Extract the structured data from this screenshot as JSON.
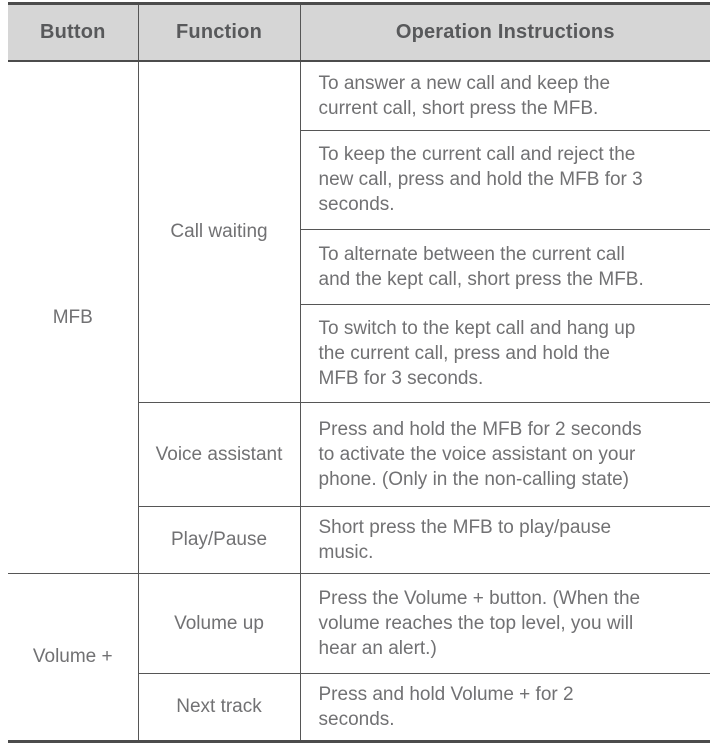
{
  "table": {
    "headers": {
      "button": "Button",
      "function": "Function",
      "operation": "Operation Instructions"
    },
    "groups": [
      {
        "button": "MFB",
        "functions": [
          {
            "name": "Call waiting",
            "instructions": [
              "To answer a new call and keep the\ncurrent call, short press the MFB.",
              "To keep the current call and reject the\nnew call, press and hold the MFB for 3\nseconds.",
              "To alternate between the current call\nand the kept call, short press the MFB.",
              "To switch to the kept call and hang up\nthe current call, press and hold the\nMFB for 3 seconds."
            ]
          },
          {
            "name": "Voice assistant",
            "instructions": [
              "Press and hold the MFB for 2 seconds\nto activate the voice assistant on your\nphone. (Only in the non-calling state)"
            ]
          },
          {
            "name": "Play/Pause",
            "instructions": [
              "Short press the MFB to play/pause\nmusic."
            ]
          }
        ]
      },
      {
        "button": "Volume +",
        "functions": [
          {
            "name": "Volume up",
            "instructions": [
              "Press the Volume + button. (When the\nvolume reaches the top level, you will\nhear an alert.)"
            ]
          },
          {
            "name": "Next track",
            "instructions": [
              "Press and hold Volume + for 2\nseconds."
            ]
          }
        ]
      }
    ],
    "colors": {
      "header_background": "#d6d6d6",
      "header_text": "#58595b",
      "body_text": "#717173",
      "border": "#4c4c4c"
    }
  }
}
